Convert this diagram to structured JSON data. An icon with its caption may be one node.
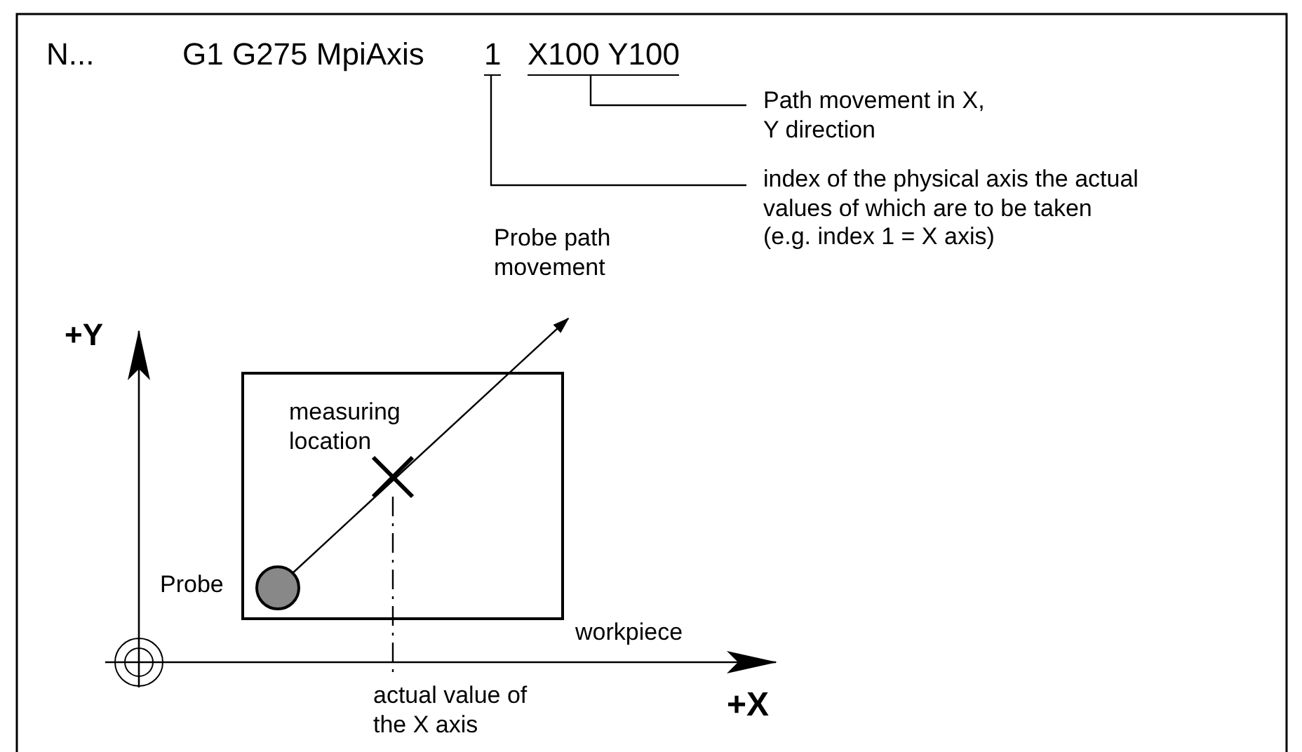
{
  "diagram": {
    "nodes": [
      {
        "text": [
          "1"
        ]
      },
      {
        "text": [
          "X100 Y100"
        ]
      },
      {
        "text": [
          "Path movement in X, Y direction"
        ]
      },
      {
        "text": [
          "index of the physical axis the actual values of which are to be taken (e.g. index 1 = X axis)"
        ]
      },
      {
        "text": [],
        "shape": "box",
        "beside": [
          "workpiece"
        ]
      },
      {
        "text": [],
        "shape": "circle",
        "beside": [
          "Probe"
        ],
        "in": 4
      },
      {
        "text": [],
        "shape": "cross",
        "in": 4
      },
      {
        "text": [
          "actual value of the X axis"
        ]
      }
    ],
    "edges": [
      {
        "from": 1,
        "to": 2,
        "arrow": "none"
      },
      {
        "from": 0,
        "to": 3,
        "arrow": "none"
      },
      {
        "from": 5,
        "to": null,
        "arrow": "to",
        "label": "Probe path movement"
      },
      {
        "from": 6,
        "to": 7,
        "arrow": "none",
        "style": "dashed"
      }
    ],
    "labels": [
      "N...",
      "G1 G275 MpiAxis",
      "+Y",
      "measuring location",
      "+X"
    ]
  }
}
